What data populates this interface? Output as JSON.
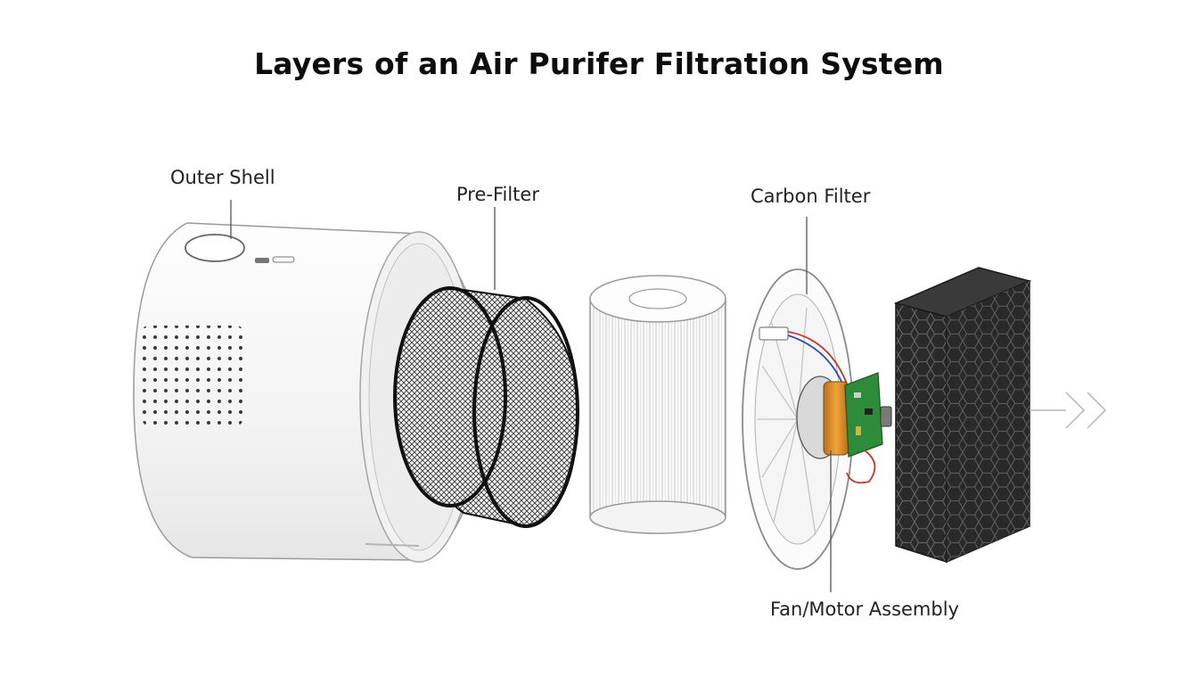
{
  "title": "Layers of an Air Purifer Filtration System",
  "labels": {
    "outer_shell": "Outer Shell",
    "pre_filter": "Pre-Filter",
    "carbon_filter": "Carbon Filter",
    "fan_motor": "Fan/Motor Assembly"
  },
  "colors": {
    "shell": "#f7f7f7",
    "mesh": "#1a1a1a",
    "carbon": "#2b2b2b",
    "pcb": "#2e8b3a",
    "copper": "#d98c2a"
  }
}
